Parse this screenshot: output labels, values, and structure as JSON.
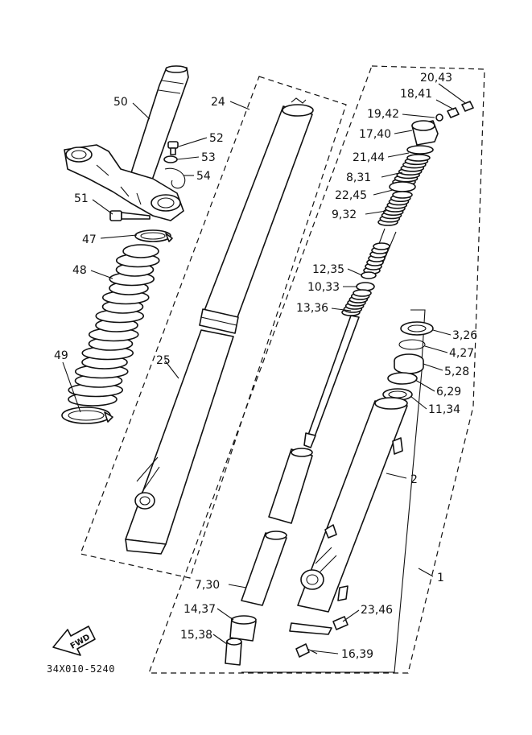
{
  "labels": {
    "p50": "50",
    "p24": "24",
    "p52": "52",
    "p53": "53",
    "p54": "54",
    "p51": "51",
    "p47": "47",
    "p48": "48",
    "p49": "49",
    "p25": "25",
    "p20_43": "20,43",
    "p18_41": "18,41",
    "p19_42": "19,42",
    "p17_40": "17,40",
    "p21_44": "21,44",
    "p8_31": "8,31",
    "p22_45": "22,45",
    "p9_32": "9,32",
    "p12_35": "12,35",
    "p10_33": "10,33",
    "p13_36": "13,36",
    "p3_26": "3,26",
    "p4_27": "4,27",
    "p5_28": "5,28",
    "p6_29": "6,29",
    "p11_34": "11,34",
    "p2": "2",
    "p1": "1",
    "p7_30": "7,30",
    "p14_37": "14,37",
    "p15_38": "15,38",
    "p23_46": "23,46",
    "p16_39": "16,39"
  },
  "fwd": "FWD",
  "diagram_code": "34X010-5240",
  "icons": {
    "fwd_arrow": "fwd-arrow-icon"
  }
}
